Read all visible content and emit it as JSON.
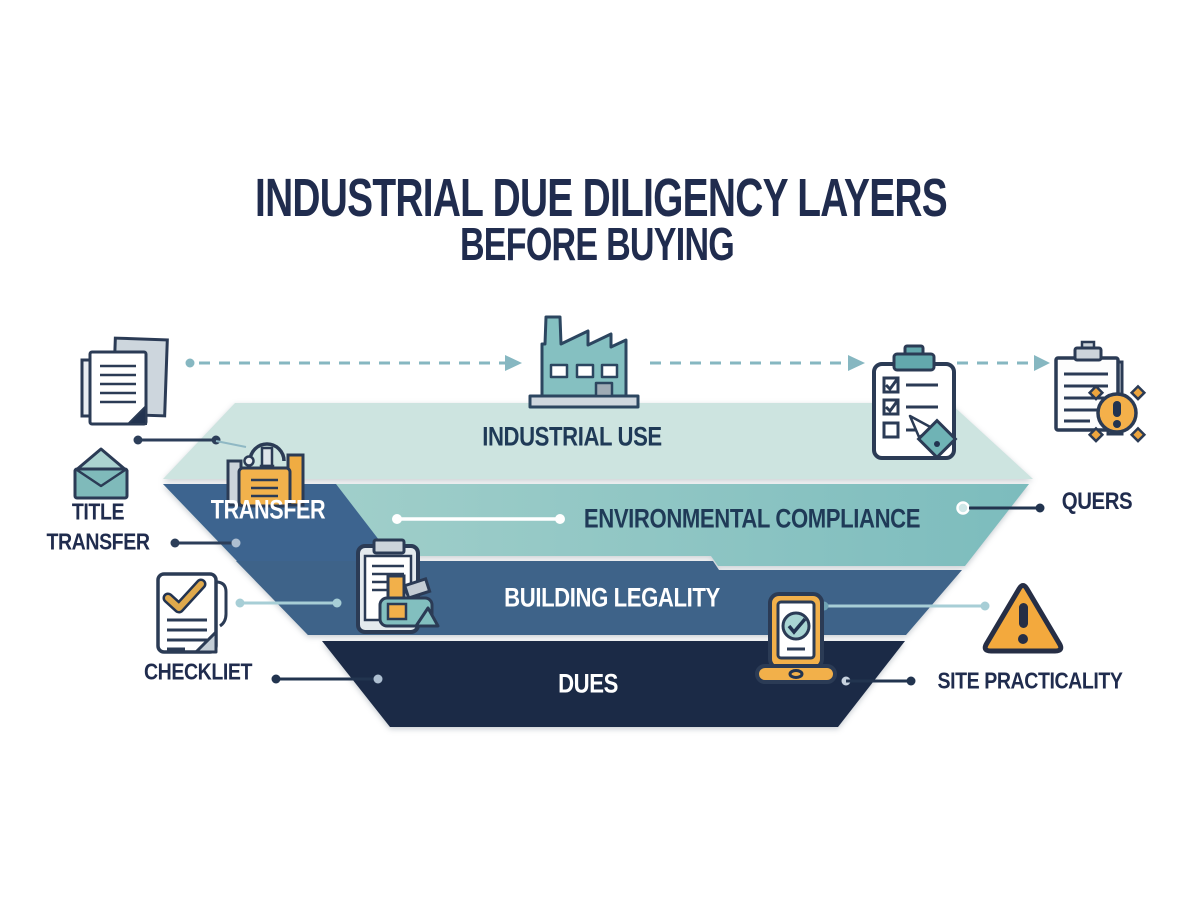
{
  "title": {
    "line1": "INDUSTRIAL DUE DILIGENCY LAYERS",
    "line2": "BEFORE BUYING"
  },
  "funnel": {
    "layers": [
      {
        "label": "INDUSTRIAL USE",
        "color": "#cde4e0",
        "text_color": "#24415e"
      },
      {
        "label": "ENVIRONMENTAL COMPLIANCE",
        "color_left": "#a9d3cd",
        "color_right": "#7cbcbd",
        "text_color": "#1f3a57"
      },
      {
        "label": "BUILDING LEGALITY",
        "color": "#3e6389",
        "text_color": "#ffffff"
      },
      {
        "label": "DUES",
        "color": "#1b2a46",
        "text_color": "#ffffff"
      }
    ],
    "wedge": {
      "label": "TRANSFER",
      "color": "#3d648f"
    }
  },
  "side_labels": {
    "title_transfer": "TITLE\nTRANSFER",
    "checklist": "CHECKLIET",
    "queries": "QUERS",
    "site_practicality": "SITE PRACTICALITY"
  },
  "icons": [
    "documents-stack-icon",
    "envelope-icon",
    "lock-machine-icon",
    "factory-icon",
    "clipboard-checklist-icon",
    "clipboard-alert-icon",
    "checklist-document-icon",
    "clipboard-stamp-icon",
    "phone-check-icon",
    "warning-triangle-icon"
  ],
  "colors": {
    "background": "#ffffff",
    "title_text": "#202c4e",
    "dashed_arrow": "#86b7c1",
    "connector_dark": "#2c3e59",
    "connector_light": "#a7ced6",
    "accent_orange": "#f2b04a",
    "accent_teal": "#85c0c1",
    "outline_dark": "#2b3b55"
  }
}
